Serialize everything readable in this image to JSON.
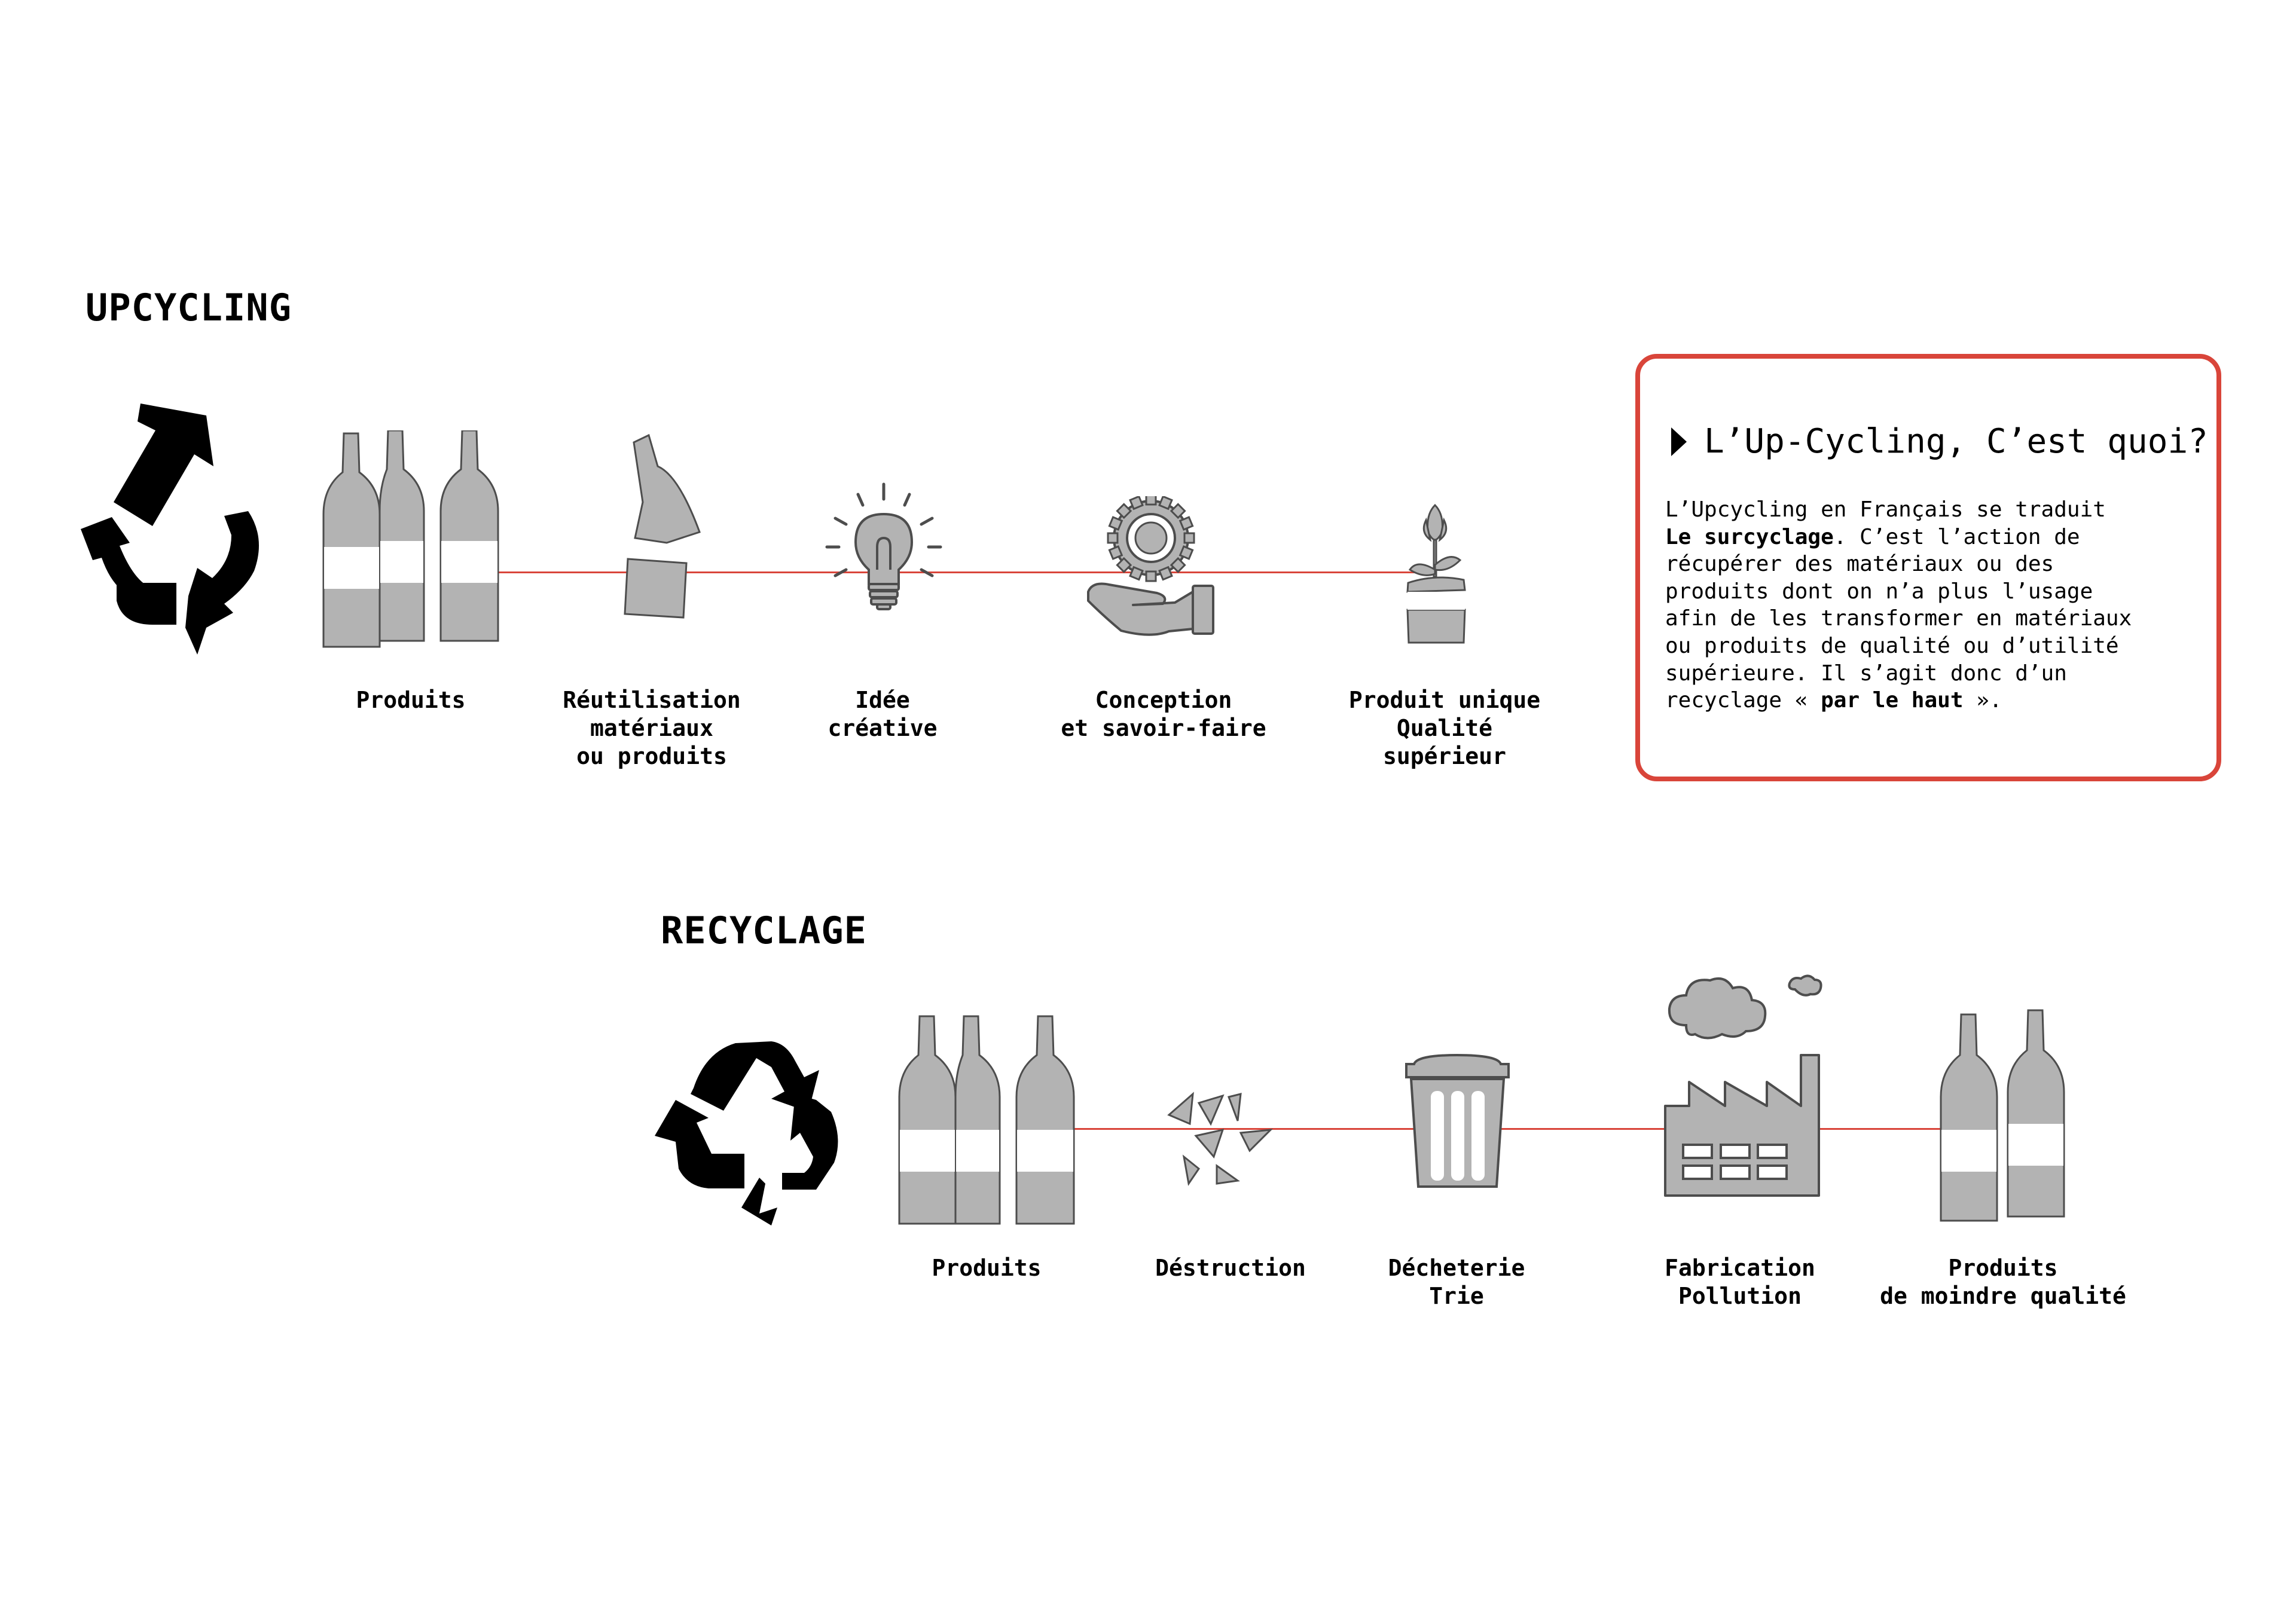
{
  "colors": {
    "accent": "#d9453a",
    "icon_fill": "#b3b3b3",
    "icon_stroke": "#4d4d4d",
    "black": "#000000"
  },
  "upcycling": {
    "title": "UPCYCLING",
    "steps": [
      {
        "icon": "bottles-icon",
        "label": "Produits"
      },
      {
        "icon": "broken-bottle-icon",
        "label": "Réutilisation\nmatériaux\nou produits"
      },
      {
        "icon": "lightbulb-icon",
        "label": "Idée\ncréative"
      },
      {
        "icon": "gear-hand-icon",
        "label": "Conception\net savoir-faire"
      },
      {
        "icon": "plant-pot-icon",
        "label": "Produit unique\nQualité\nsupérieur"
      }
    ]
  },
  "recyclage": {
    "title": "RECYCLAGE",
    "steps": [
      {
        "icon": "bottles-icon",
        "label": "Produits"
      },
      {
        "icon": "shards-icon",
        "label": "Déstruction"
      },
      {
        "icon": "trash-bin-icon",
        "label": "Décheterie\nTrie"
      },
      {
        "icon": "factory-icon",
        "label": "Fabrication\nPollution"
      },
      {
        "icon": "two-bottles-icon",
        "label": "Produits\nde moindre qualité"
      }
    ]
  },
  "info": {
    "title": "L’Up-Cycling, C’est quoi?",
    "text_1": "L’Upcycling en Français se traduit\n",
    "text_bold_1": "Le surcyclage",
    "text_2": ". C’est l’action de\nrécupérer des matériaux ou des\nproduits dont on n’a plus l’usage\nafin de les transformer en matériaux\nou produits de qualité ou d’utilité\nsupérieure. Il s’agit donc d’un\nrecyclage « ",
    "text_bold_2": "par le haut",
    "text_3": " »."
  }
}
